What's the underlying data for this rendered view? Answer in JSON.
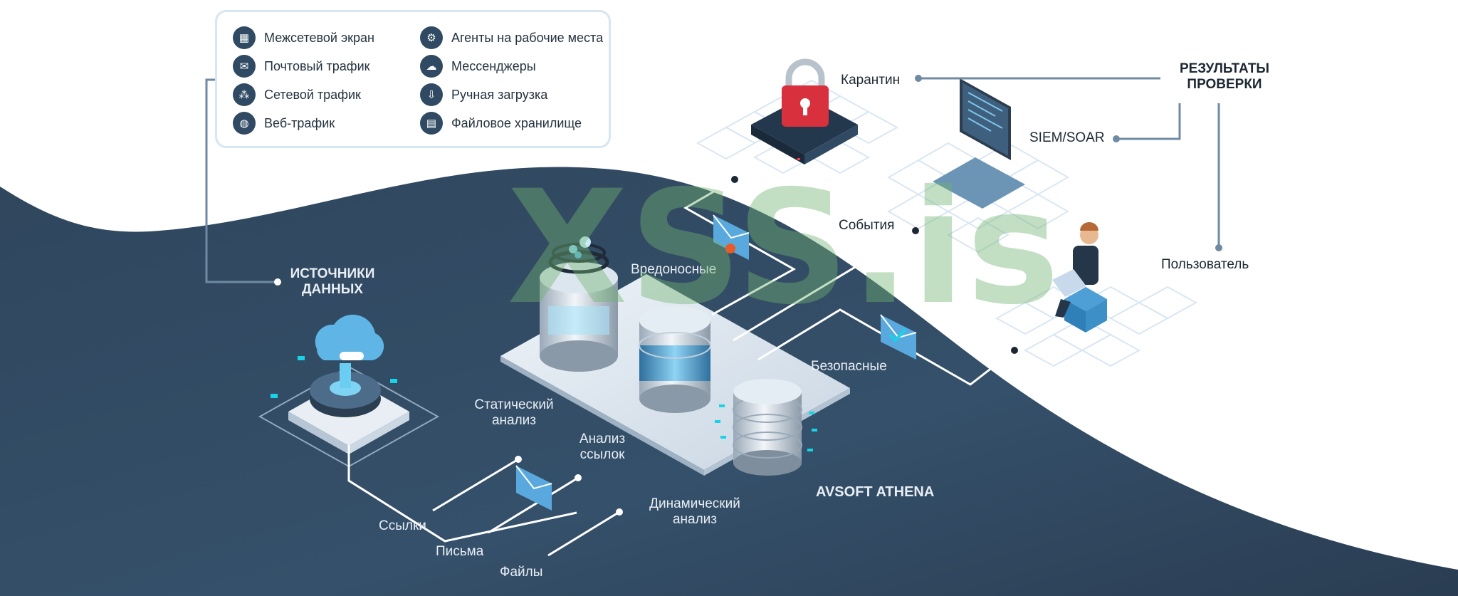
{
  "legend": {
    "items": [
      {
        "label": "Межсетевой экран",
        "icon": "firewall-icon",
        "glyph": "▦"
      },
      {
        "label": "Почтовый трафик",
        "icon": "mail-icon",
        "glyph": "✉"
      },
      {
        "label": "Сетевой трафик",
        "icon": "network-icon",
        "glyph": "⁂"
      },
      {
        "label": "Веб-трафик",
        "icon": "globe-icon",
        "glyph": "◍"
      },
      {
        "label": "Агенты на рабочие места",
        "icon": "agent-icon",
        "glyph": "⚙"
      },
      {
        "label": "Мессенджеры",
        "icon": "chat-icon",
        "glyph": "☁"
      },
      {
        "label": "Ручная загрузка",
        "icon": "upload-icon",
        "glyph": "⇩"
      },
      {
        "label": "Файловое хранилище",
        "icon": "file-icon",
        "glyph": "▤"
      }
    ]
  },
  "labels": {
    "sources_line1": "ИСТОЧНИКИ",
    "sources_line2": "ДАННЫХ",
    "results_line1": "РЕЗУЛЬТАТЫ",
    "results_line2": "ПРОВЕРКИ",
    "quarantine": "Карантин",
    "siem": "SIEM/SOAR",
    "events": "События",
    "user": "Пользователь",
    "malicious": "Вредоносные",
    "safe": "Безопасные",
    "static_line1": "Статический",
    "static_line2": "анализ",
    "links_analysis_line1": "Анализ",
    "links_analysis_line2": "ссылок",
    "dynamic_line1": "Динамический",
    "dynamic_line2": "анализ",
    "links": "Ссылки",
    "letters": "Письма",
    "files": "Файлы",
    "product": "AVSOFT ATHENA",
    "watermark": "XSS.is"
  },
  "colors": {
    "background_dark": "#2d4258",
    "connector_light": "#6f8aa3",
    "connector_white": "#ffffff",
    "accent_blue": "#5fb6e6",
    "lock_red": "#d8303d"
  }
}
